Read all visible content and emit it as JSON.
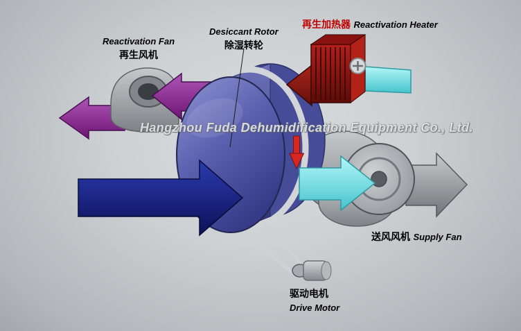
{
  "diagram": {
    "watermark": "Hangzhou Fuda Dehumidification Equipment Co., Ltd.",
    "components": {
      "reactivation_fan": {
        "en": "Reactivation Fan",
        "zh": "再生风机"
      },
      "desiccant_rotor": {
        "en": "Desiccant Rotor",
        "zh": "除湿转轮"
      },
      "reactivation_heater": {
        "zh": "再生加热器",
        "en": "Reactivation Heater"
      },
      "supply_fan": {
        "zh": "送风风机",
        "en": "Supply Fan"
      },
      "drive_motor": {
        "zh": "驱动电机",
        "en": "Drive Motor"
      }
    },
    "colors": {
      "background": "#c8ccCF",
      "process_air_inlet_arrow": "#13196b",
      "dry_air_outlet_arrow": "#7deaec",
      "reactivation_air_arrow": "#8d2390",
      "heater_body": "#9c150f",
      "heater_inlet_arrow": "#7deaec",
      "supply_outlet_arrow": "#9fa4a8",
      "rotor_body": "#5a5fa8",
      "rotation_indicator": "#d42020",
      "belt": "#d2d5d8"
    }
  }
}
